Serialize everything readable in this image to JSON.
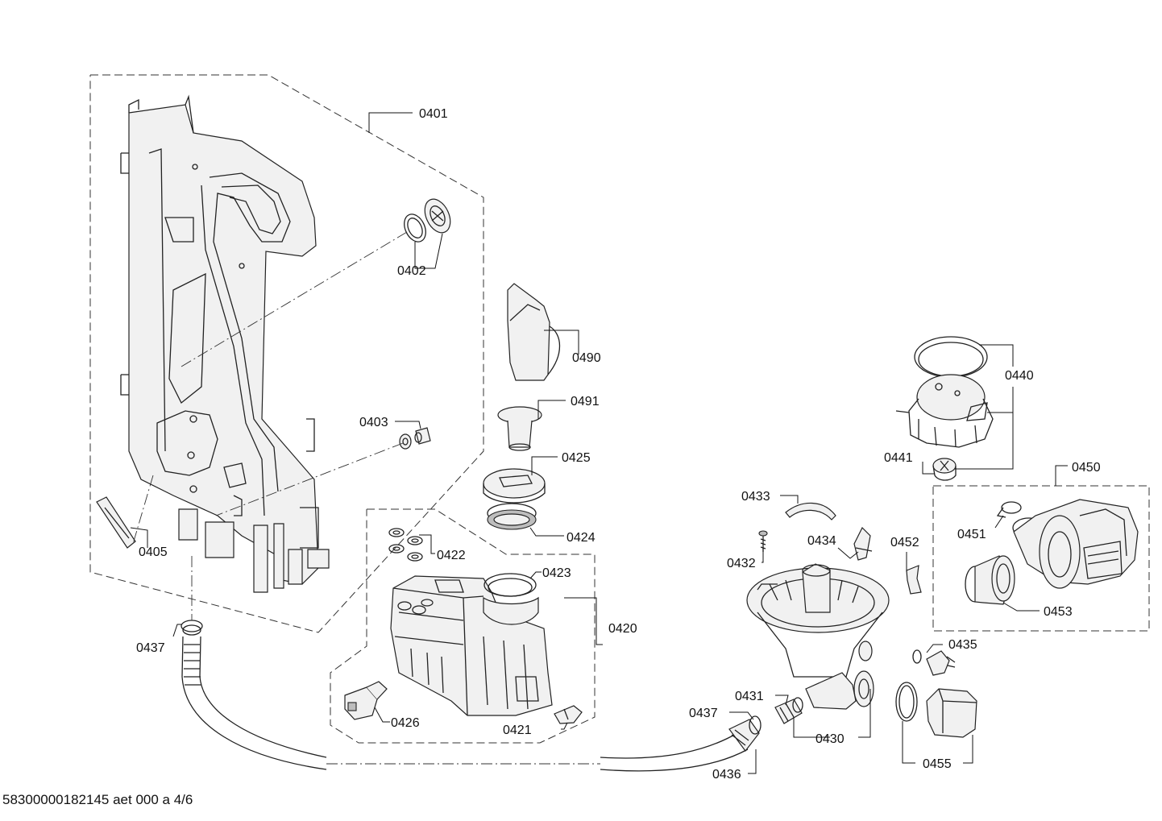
{
  "caption": "58300000182145 aet 000 a 4/6",
  "parts": {
    "p0401": "0401",
    "p0402": "0402",
    "p0403": "0403",
    "p0405": "0405",
    "p0490": "0490",
    "p0491": "0491",
    "p0425": "0425",
    "p0424": "0424",
    "p0422": "0422",
    "p0423": "0423",
    "p0420": "0420",
    "p0426": "0426",
    "p0421": "0421",
    "p0437a": "0437",
    "p0437b": "0437",
    "p0436": "0436",
    "p0431": "0431",
    "p0430": "0430",
    "p0433": "0433",
    "p0432": "0432",
    "p0434": "0434",
    "p0452": "0452",
    "p0435": "0435",
    "p0455": "0455",
    "p0440": "0440",
    "p0441": "0441",
    "p0450": "0450",
    "p0451": "0451",
    "p0453": "0453"
  }
}
